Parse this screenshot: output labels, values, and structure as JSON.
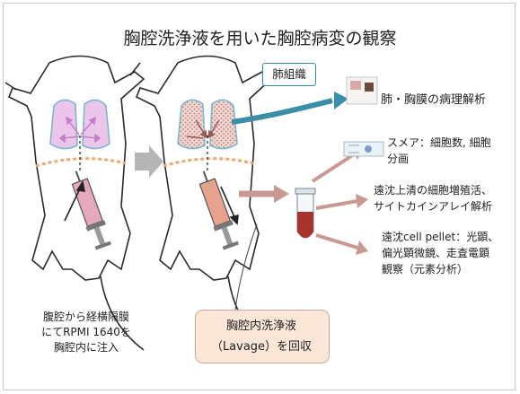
{
  "title": "胸腔洗浄液を用いた胸腔病変の観察",
  "lung_tissue_label": "肺組織",
  "results": {
    "pathology": "肺・胸膜の病理解析",
    "smear_line1": "スメア：細胞数, 細胞",
    "smear_line2": "分画",
    "supernatant_line1": "遠沈上清の細胞増殖活、",
    "supernatant_line2": "サイトカインアレイ解析",
    "pellet_line1": "遠沈cell pellet：光顕、",
    "pellet_line2": "偏光顕微鏡、走査電顕",
    "pellet_line3": "観察（元素分析）"
  },
  "injection_note": {
    "line1": "腹腔から経横隔膜",
    "line2": "にてRPMI 1640を",
    "line3": "胸腔内に注入"
  },
  "lavage_note": {
    "line1": "胸腔内洗浄液",
    "line2": "（Lavage）を回収"
  },
  "colors": {
    "lung_arrow": "#3a8ea8",
    "collection_arrow": "#c99892",
    "process_arrow": "#b5b5b5",
    "lung_fill": "#ecc6ea",
    "lung_border": "#7ab7cf",
    "diaphragm": "#f0a868",
    "syringe_pink": "#e6a8bc",
    "fluid_red": "#a8322c",
    "lavage_box": "#fbe6d8"
  }
}
